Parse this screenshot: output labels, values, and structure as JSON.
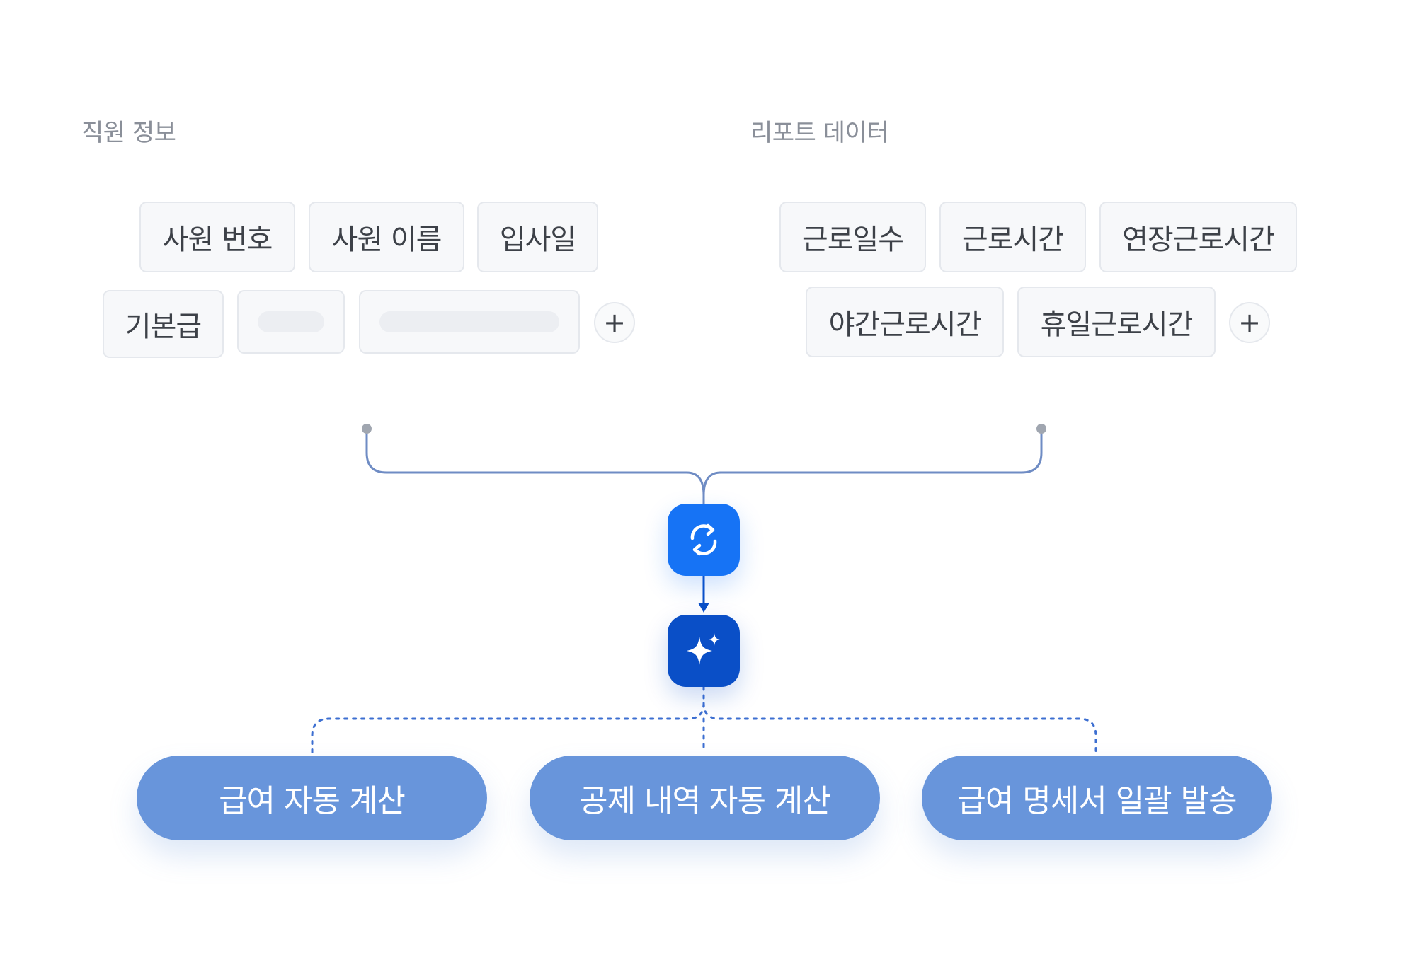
{
  "sections": {
    "employee": {
      "title": "직원 정보",
      "fields": [
        "사원 번호",
        "사원 이름",
        "입사일",
        "기본급"
      ],
      "add_label": "+"
    },
    "report": {
      "title": "리포트 데이터",
      "fields": [
        "근로일수",
        "근로시간",
        "연장근로시간",
        "야간근로시간",
        "휴일근로시간"
      ],
      "add_label": "+"
    }
  },
  "nodes": {
    "sync": {
      "icon": "sync-icon"
    },
    "ai": {
      "icon": "sparkle-icon"
    }
  },
  "outputs": [
    "급여 자동 계산",
    "공제 내역 자동 계산",
    "급여 명세서 일괄 발송"
  ],
  "colors": {
    "chip_bg": "#f7f8fa",
    "chip_border": "#e5e8ed",
    "connector": "#6f8cc4",
    "sync_node": "#1673f5",
    "ai_node": "#0a4fc7",
    "output_pill": "#6895db"
  }
}
